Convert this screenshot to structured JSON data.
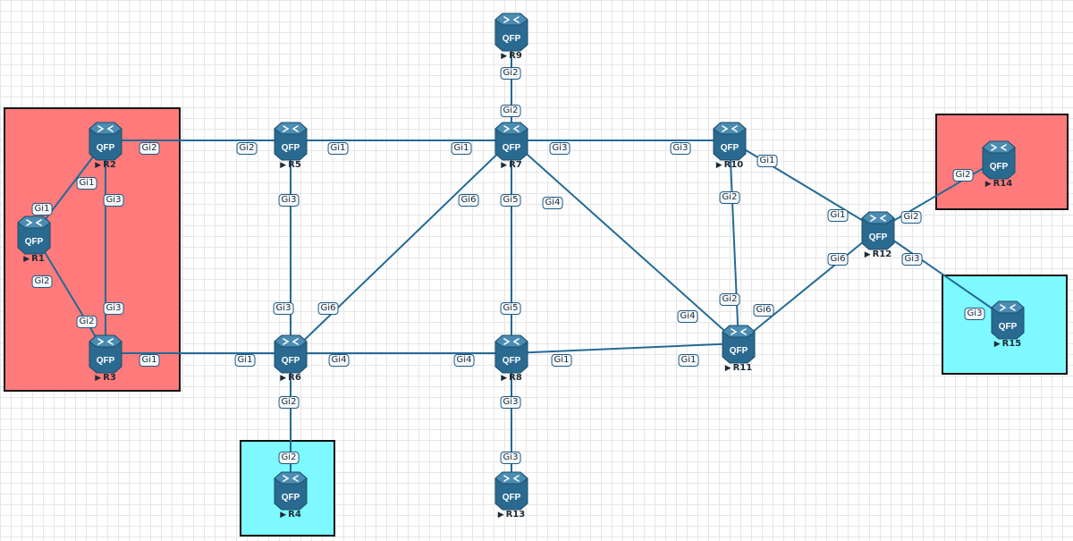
{
  "colors": {
    "link": "#226a96",
    "router_body": "#2a6a90",
    "router_top": "#4a8cb2",
    "red_zone": "#ff7b7b",
    "cyan_zone": "#7df9ff"
  },
  "routers": [
    {
      "id": "R1",
      "name": "R1",
      "icon": "qfp-router-icon",
      "badge": "QFP"
    },
    {
      "id": "R2",
      "name": "R2",
      "icon": "qfp-router-icon",
      "badge": "QFP"
    },
    {
      "id": "R3",
      "name": "R3",
      "icon": "qfp-router-icon",
      "badge": "QFP"
    },
    {
      "id": "R4",
      "name": "R4",
      "icon": "qfp-router-icon",
      "badge": "QFP"
    },
    {
      "id": "R5",
      "name": "R5",
      "icon": "qfp-router-icon",
      "badge": "QFP"
    },
    {
      "id": "R6",
      "name": "R6",
      "icon": "qfp-router-icon",
      "badge": "QFP"
    },
    {
      "id": "R7",
      "name": "R7",
      "icon": "qfp-router-icon",
      "badge": "QFP"
    },
    {
      "id": "R8",
      "name": "R8",
      "icon": "qfp-router-icon",
      "badge": "QFP"
    },
    {
      "id": "R9",
      "name": "R9",
      "icon": "qfp-router-icon",
      "badge": "QFP"
    },
    {
      "id": "R10",
      "name": "R10",
      "icon": "qfp-router-icon",
      "badge": "QFP"
    },
    {
      "id": "R11",
      "name": "R11",
      "icon": "qfp-router-icon",
      "badge": "QFP"
    },
    {
      "id": "R12",
      "name": "R12",
      "icon": "qfp-router-icon",
      "badge": "QFP"
    },
    {
      "id": "R13",
      "name": "R13",
      "icon": "qfp-router-icon",
      "badge": "QFP"
    },
    {
      "id": "R14",
      "name": "R14",
      "icon": "qfp-router-icon",
      "badge": "QFP"
    },
    {
      "id": "R15",
      "name": "R15",
      "icon": "qfp-router-icon",
      "badge": "QFP"
    }
  ],
  "links": [
    {
      "a": "R2",
      "a_if": "Gi1",
      "b": "R1",
      "b_if": "Gi1"
    },
    {
      "a": "R2",
      "a_if": "Gi3",
      "b": "R3",
      "b_if": "Gi3"
    },
    {
      "a": "R1",
      "a_if": "Gi2",
      "b": "R3",
      "b_if": "Gi2"
    },
    {
      "a": "R2",
      "a_if": "Gi2",
      "b": "R5",
      "b_if": "Gi2"
    },
    {
      "a": "R3",
      "a_if": "Gi1",
      "b": "R6",
      "b_if": "Gi1"
    },
    {
      "a": "R5",
      "a_if": "Gi1",
      "b": "R7",
      "b_if": "Gi1"
    },
    {
      "a": "R5",
      "a_if": "Gi3",
      "b": "R6",
      "b_if": "Gi3"
    },
    {
      "a": "R9",
      "a_if": "Gi2",
      "b": "R7",
      "b_if": "Gi2"
    },
    {
      "a": "R7",
      "a_if": "Gi3",
      "b": "R10",
      "b_if": "Gi3"
    },
    {
      "a": "R7",
      "a_if": "Gi6",
      "b": "R6",
      "b_if": "Gi6"
    },
    {
      "a": "R7",
      "a_if": "Gi5",
      "b": "R8",
      "b_if": "Gi5"
    },
    {
      "a": "R7",
      "a_if": "Gi4",
      "b": "R11",
      "b_if": "Gi4"
    },
    {
      "a": "R6",
      "a_if": "Gi4",
      "b": "R8",
      "b_if": "Gi4"
    },
    {
      "a": "R6",
      "a_if": "Gi2",
      "b": "R4",
      "b_if": "Gi2"
    },
    {
      "a": "R8",
      "a_if": "Gi1",
      "b": "R11",
      "b_if": "Gi1"
    },
    {
      "a": "R8",
      "a_if": "Gi3",
      "b": "R13",
      "b_if": "Gi3"
    },
    {
      "a": "R10",
      "a_if": "Gi2",
      "b": "R11",
      "b_if": "Gi2"
    },
    {
      "a": "R10",
      "a_if": "Gi1",
      "b": "R12",
      "b_if": "Gi1"
    },
    {
      "a": "R11",
      "a_if": "Gi6",
      "b": "R12",
      "b_if": "Gi6"
    },
    {
      "a": "R12",
      "a_if": "Gi2",
      "b": "R14",
      "b_if": "Gi2"
    },
    {
      "a": "R12",
      "a_if": "Gi3",
      "b": "R15",
      "b_if": "Gi3"
    }
  ]
}
